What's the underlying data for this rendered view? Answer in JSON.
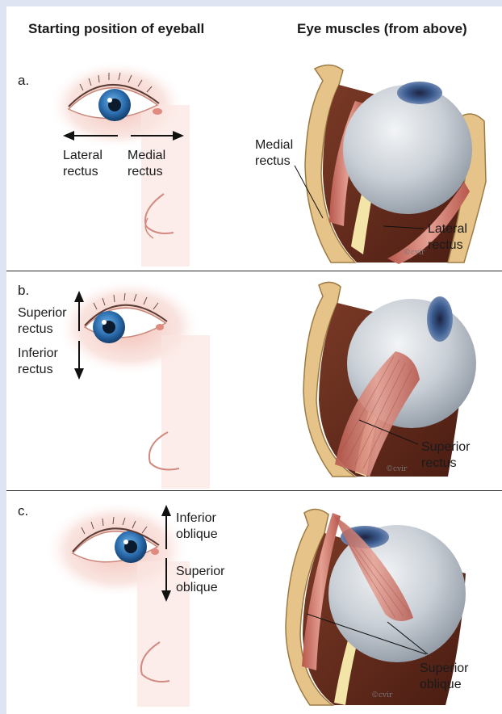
{
  "headers": {
    "left": "Starting position of eyeball",
    "right": "Eye muscles (from above)"
  },
  "panels": [
    {
      "letter": "a.",
      "face_labels": [
        {
          "line1": "Lateral",
          "line2": "rectus"
        },
        {
          "line1": "Medial",
          "line2": "rectus"
        }
      ],
      "eye_labels": [
        {
          "line1": "Medial",
          "line2": "rectus"
        },
        {
          "line1": "Lateral",
          "line2": "rectus"
        }
      ]
    },
    {
      "letter": "b.",
      "face_labels": [
        {
          "line1": "Superior",
          "line2": "rectus"
        },
        {
          "line1": "Inferior",
          "line2": "rectus"
        }
      ],
      "eye_labels": [
        {
          "line1": "Superior",
          "line2": "rectus"
        }
      ]
    },
    {
      "letter": "c.",
      "face_labels": [
        {
          "line1": "Inferior",
          "line2": "oblique"
        },
        {
          "line1": "Superior",
          "line2": "oblique"
        }
      ],
      "eye_labels": [
        {
          "line1": "Superior",
          "line2": "oblique"
        }
      ]
    }
  ],
  "colors": {
    "background": "#dfe4f2",
    "skin": "#f3c9c1",
    "iris": "#2d6fb0",
    "bone": "#e6c489",
    "muscle": "#d9867a",
    "eyeball": "#cfd4d9"
  },
  "icons": [
    "arrow-left-icon",
    "arrow-right-icon",
    "arrow-up-icon",
    "arrow-down-icon",
    "signature-mark"
  ]
}
